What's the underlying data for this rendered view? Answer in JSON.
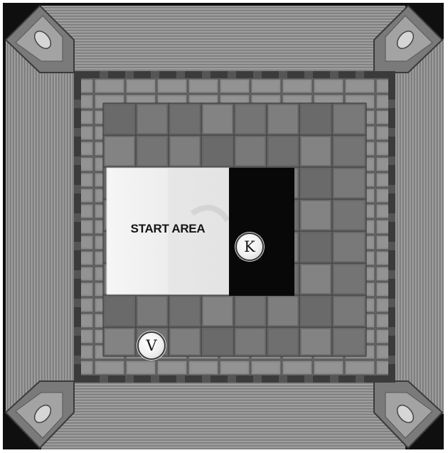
{
  "board": {
    "start_area_label": "START AREA",
    "tokens": {
      "k_label": "K",
      "v_label": "V"
    }
  },
  "colors": {
    "outer_black": "#0e0e0e",
    "carpet": "#8a8a8a",
    "wall": "#6d6d6d",
    "floor_tile": "#7b7b7b",
    "start_area_fill": "#f2f2f2",
    "dark_zone": "#080808",
    "token_fill": "#f4f4f4"
  }
}
